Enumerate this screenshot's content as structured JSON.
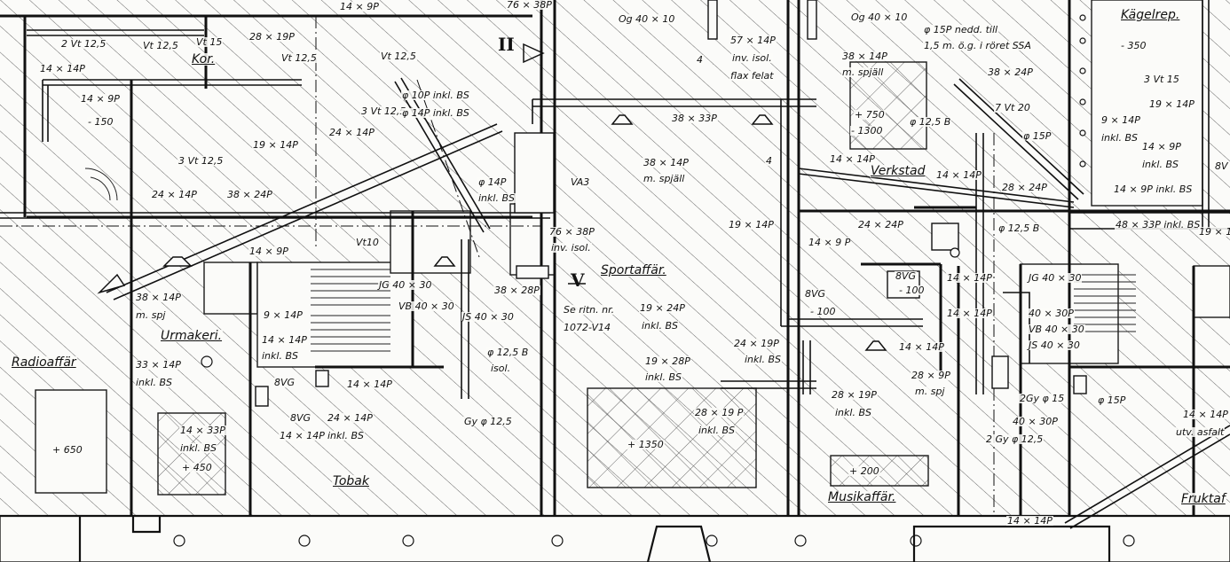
{
  "drawing": {
    "line_color": "#1a1a1a",
    "paper_color": "#fbfbf9",
    "hatch_color": "#555555"
  },
  "rooms": [
    {
      "id": "radioaffar",
      "text": "Radioaffär"
    },
    {
      "id": "urmakeri",
      "text": "Urmakeri."
    },
    {
      "id": "tobak",
      "text": "Tobak"
    },
    {
      "id": "sportaffar",
      "text": "Sportaffär."
    },
    {
      "id": "musikaffar",
      "text": "Musikaffär."
    },
    {
      "id": "verkstad",
      "text": "Verkstad"
    },
    {
      "id": "kagelrep",
      "text": "Kägelrep."
    },
    {
      "id": "kor",
      "text": "Kor."
    },
    {
      "id": "fruktaff",
      "text": "Fruktaf"
    }
  ],
  "markers": [
    {
      "id": "section-II",
      "text": "II"
    },
    {
      "id": "section-V",
      "text": "V"
    }
  ],
  "dims": [
    {
      "id": "d-2vt125",
      "text": "2 Vt 12,5"
    },
    {
      "id": "d-14x14p-a",
      "text": "14 × 14P"
    },
    {
      "id": "d-vt125-a",
      "text": "Vt 12,5"
    },
    {
      "id": "d-vt15",
      "text": "Vt 15"
    },
    {
      "id": "d-28x19p-top",
      "text": "28 × 19P"
    },
    {
      "id": "d-vt125-b",
      "text": "Vt 12,5"
    },
    {
      "id": "d-vt125-c",
      "text": "Vt 12,5"
    },
    {
      "id": "d-14x9p-top",
      "text": "14 × 9P"
    },
    {
      "id": "d-14x9p-a",
      "text": "14 × 9P"
    },
    {
      "id": "d-m150",
      "text": "- 150"
    },
    {
      "id": "d-3vt125-a",
      "text": "3 Vt 12,5"
    },
    {
      "id": "d-24x14p-a",
      "text": "24 × 14P"
    },
    {
      "id": "d-38x24p",
      "text": "38 × 24P"
    },
    {
      "id": "d-14x9p-b",
      "text": "14 × 9P"
    },
    {
      "id": "d-3vt125-b",
      "text": "3 Vt 12,5"
    },
    {
      "id": "d-24x14p-b",
      "text": "24 × 14P"
    },
    {
      "id": "d-19x14p-a",
      "text": "19 × 14P"
    },
    {
      "id": "d-vt10",
      "text": "Vt10"
    },
    {
      "id": "d-phi10p",
      "text": "φ 10P inkl. BS"
    },
    {
      "id": "d-phi14p-a",
      "text": "φ 14P inkl. BS"
    },
    {
      "id": "d-38x14p-mspj-a",
      "text": "38 × 14P"
    },
    {
      "id": "d-mspj-a",
      "text": "m. spj"
    },
    {
      "id": "d-jg4030-a",
      "text": "JG 40 × 30"
    },
    {
      "id": "d-vb4030-a",
      "text": "VB 40 × 30"
    },
    {
      "id": "d-9x14p",
      "text": "9 × 14P"
    },
    {
      "id": "d-14x14p-b",
      "text": "14 × 14P"
    },
    {
      "id": "d-inklbs-a",
      "text": "inkl. BS"
    },
    {
      "id": "d-33x14p",
      "text": "33 × 14P"
    },
    {
      "id": "d-inklbs-b",
      "text": "inkl. BS"
    },
    {
      "id": "d-8vg-a",
      "text": "8VG"
    },
    {
      "id": "d-8vg-b",
      "text": "8VG"
    },
    {
      "id": "d-14x14p-c",
      "text": "14 × 14P"
    },
    {
      "id": "d-24x14p-c",
      "text": "24 × 14P"
    },
    {
      "id": "d-inklbs-c",
      "text": "inkl. BS"
    },
    {
      "id": "d-14x14p-d",
      "text": "14 × 14P"
    },
    {
      "id": "d-14x33p",
      "text": "14 × 33P"
    },
    {
      "id": "d-inklbs-d",
      "text": "inkl. BS"
    },
    {
      "id": "d-p450",
      "text": "+ 450"
    },
    {
      "id": "d-p650",
      "text": "+ 650"
    },
    {
      "id": "d-38x28p",
      "text": "38 × 28P"
    },
    {
      "id": "d-js4030-a",
      "text": "JS 40 × 30"
    },
    {
      "id": "d-phi125b-a",
      "text": "φ 12,5 B"
    },
    {
      "id": "d-isol-a",
      "text": "isol."
    },
    {
      "id": "d-gy125-a",
      "text": "Gy φ 12,5"
    },
    {
      "id": "d-76x38p",
      "text": "76 × 38P"
    },
    {
      "id": "d-invisol-a",
      "text": "inv. isol."
    },
    {
      "id": "d-phi14p-b",
      "text": "φ 14P"
    },
    {
      "id": "d-inklbs-e",
      "text": "inkl. BS"
    },
    {
      "id": "d-va3",
      "text": "VA3"
    },
    {
      "id": "d-se-ritn",
      "text": "Se ritn. nr."
    },
    {
      "id": "d-1072",
      "text": "1072-V14"
    },
    {
      "id": "d-19x24p",
      "text": "19 × 24P"
    },
    {
      "id": "d-inklbs-f",
      "text": "inkl. BS"
    },
    {
      "id": "d-og40x10-a",
      "text": "Og 40 × 10"
    },
    {
      "id": "d-og40x10-b",
      "text": "Og 40 × 10"
    },
    {
      "id": "d-57x14p",
      "text": "57 × 14P"
    },
    {
      "id": "d-invisol-b",
      "text": "inv. isol."
    },
    {
      "id": "d-flaxfelat",
      "text": "flax felat"
    },
    {
      "id": "d-38x33p",
      "text": "38 × 33P"
    },
    {
      "id": "d-38x14p-b",
      "text": "38 × 14P"
    },
    {
      "id": "d-mspjall-a",
      "text": "m. spjäll"
    },
    {
      "id": "d-19x14p-b",
      "text": "19 × 14P"
    },
    {
      "id": "d-24x19p",
      "text": "24 × 19P"
    },
    {
      "id": "d-inklbs-g",
      "text": "inkl. BS"
    },
    {
      "id": "d-19x28p",
      "text": "19 × 28P"
    },
    {
      "id": "d-inklbs-h",
      "text": "inkl. BS"
    },
    {
      "id": "d-28x19p-a",
      "text": "28 × 19 P"
    },
    {
      "id": "d-inklbs-i",
      "text": "inkl. BS"
    },
    {
      "id": "d-p1350",
      "text": "+ 1350"
    },
    {
      "id": "d-phi15p-top",
      "text": "φ 15P nedd. till"
    },
    {
      "id": "d-15m",
      "text": "1,5 m. ö.g. i röret SSA"
    },
    {
      "id": "d-38x14p-c",
      "text": "38 × 14P"
    },
    {
      "id": "d-mspjall-b",
      "text": "m. spjäll"
    },
    {
      "id": "d-38x24p-b",
      "text": "38 × 24P"
    },
    {
      "id": "d-p750",
      "text": "+ 750"
    },
    {
      "id": "d-m1300",
      "text": "- 1300"
    },
    {
      "id": "d-phi125b-b",
      "text": "φ 12,5 B"
    },
    {
      "id": "d-7vt20",
      "text": "7 Vt 20"
    },
    {
      "id": "d-phi15p-a",
      "text": "φ 15P"
    },
    {
      "id": "d-14x14p-e",
      "text": "14 × 14P"
    },
    {
      "id": "d-14x14p-f",
      "text": "14 × 14P"
    },
    {
      "id": "d-28x24p",
      "text": "28 × 24P"
    },
    {
      "id": "d-24x24p",
      "text": "24 × 24P"
    },
    {
      "id": "d-14x9p-c",
      "text": "14 × 9 P"
    },
    {
      "id": "d-phi125b-c",
      "text": "φ 12,5 B"
    },
    {
      "id": "d-8vg-c",
      "text": "8VG"
    },
    {
      "id": "d-m100-a",
      "text": "- 100"
    },
    {
      "id": "d-8vg-d",
      "text": "8VG"
    },
    {
      "id": "d-m100-b",
      "text": "- 100"
    },
    {
      "id": "d-14x14p-g",
      "text": "14 × 14P"
    },
    {
      "id": "d-14x14p-h",
      "text": "14 × 14P"
    },
    {
      "id": "d-14x14p-i",
      "text": "14 × 14P"
    },
    {
      "id": "d-28x9p",
      "text": "28 × 9P"
    },
    {
      "id": "d-mspj-b",
      "text": "m. spj"
    },
    {
      "id": "d-28x19p-b",
      "text": "28 × 19P"
    },
    {
      "id": "d-inklbs-j",
      "text": "inkl. BS"
    },
    {
      "id": "d-p200",
      "text": "+ 200"
    },
    {
      "id": "d-jg4030-b",
      "text": "JG 40 × 30"
    },
    {
      "id": "d-40x30p-a",
      "text": "40 × 30P"
    },
    {
      "id": "d-vb4030-b",
      "text": "VB 40 × 30"
    },
    {
      "id": "d-js4030-b",
      "text": "JS 40 × 30"
    },
    {
      "id": "d-2gy15",
      "text": "2Gy φ 15"
    },
    {
      "id": "d-40x30p-b",
      "text": "40 × 30P"
    },
    {
      "id": "d-2gy125",
      "text": "2 Gy φ 12,5"
    },
    {
      "id": "d-phi15p-b",
      "text": "φ 15P"
    },
    {
      "id": "d-14x14p-j",
      "text": "14 × 14P"
    },
    {
      "id": "d-utvasfalt",
      "text": "utv. asfalt"
    },
    {
      "id": "d-14x14p-k",
      "text": "14 × 14P"
    },
    {
      "id": "d-m350",
      "text": "- 350"
    },
    {
      "id": "d-3vt15",
      "text": "3 Vt 15"
    },
    {
      "id": "d-19x14p-c",
      "text": "19 × 14P"
    },
    {
      "id": "d-9x14p-b",
      "text": "9 × 14P"
    },
    {
      "id": "d-inklbs-k",
      "text": "inkl. BS"
    },
    {
      "id": "d-14x9p-d",
      "text": "14 × 9P"
    },
    {
      "id": "d-inklbs-l",
      "text": "inkl. BS"
    },
    {
      "id": "d-14x9p-inkl",
      "text": "14 × 9P inkl. BS"
    },
    {
      "id": "d-48x33p",
      "text": "48 × 33P inkl. BS"
    },
    {
      "id": "d-19x14-edge",
      "text": "19 × 14"
    },
    {
      "id": "d-8v-edge",
      "text": "8V"
    },
    {
      "id": "d-76x38-top",
      "text": "76 × 38P"
    },
    {
      "id": "d-4-a",
      "text": "4"
    },
    {
      "id": "d-4-b",
      "text": "4"
    }
  ]
}
